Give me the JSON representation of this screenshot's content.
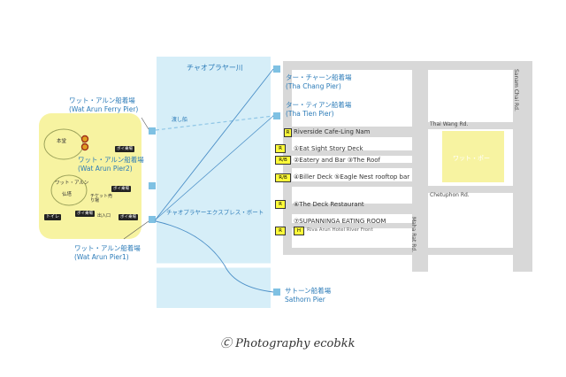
{
  "river": {
    "name": "チャオプラヤー川"
  },
  "piers": {
    "wat_arun_ferry": {
      "jp": "ワット・アルン船着場",
      "en": "(Wat Arun Ferry Pier)"
    },
    "wat_arun_2": {
      "jp": "ワット・アルン船着場",
      "en": "(Wat Arun Pier2)"
    },
    "wat_arun_1": {
      "jp": "ワット・アルン船着場",
      "en": "(Wat Arun Pier1)"
    },
    "tha_chang": {
      "jp": "ター・チャーン船着場",
      "en": "(Tha Chang Pier)"
    },
    "tha_tien": {
      "jp": "ター・ティアン船着場",
      "en": "(Tha Tien Pier)"
    },
    "sathorn": {
      "jp": "サトーン船着場",
      "en": "Sathorn Pier"
    }
  },
  "routes": {
    "ferry": "渡し船",
    "express": "チャオプラヤーエクスプレス・ボート"
  },
  "temple": {
    "main_hall": "本堂",
    "wat_arun": "ワット・アルン",
    "buddha": "仏塔",
    "toilet": "トイレ",
    "ticket": "チケット売り場",
    "exit_entrance": "出入口",
    "tickets_label": "ボイ乗場"
  },
  "businesses": [
    {
      "tag": "R",
      "text": "Riverside Cafe-Ling Nam"
    },
    {
      "tag": "R",
      "text": "①Eat Sight Story Deck"
    },
    {
      "tag": "R/B",
      "text": "②Eatery and Bar ③The Roof"
    },
    {
      "tag": "R/B",
      "text": "④Biller Deck ⑤Eagle Nest rooftop bar"
    },
    {
      "tag": "R",
      "text": "⑥The Deck Restaurant"
    },
    {
      "tag": "R",
      "text": "⑦SUPANNINGA EATING ROOM"
    },
    {
      "tag": "H",
      "text": "Riva Arun Hotel River Front"
    }
  ],
  "roads": {
    "thai_wang": "Thai Wang Rd.",
    "chetuphon": "Chetuphon Rd.",
    "maharat": "Maha Rat Rd.",
    "sanam_chai": "Sanam Chai Rd."
  },
  "landmark": {
    "wat_pho": "ワット・ポー"
  },
  "credit": "Ⓒ Photography ecobkk",
  "colors": {
    "river": "#d6eef8",
    "temple": "#f7f3a1",
    "roads": "#d8d8d8",
    "pier_text": "#2b7bb8",
    "wat_pho": "#f7f3a1"
  }
}
